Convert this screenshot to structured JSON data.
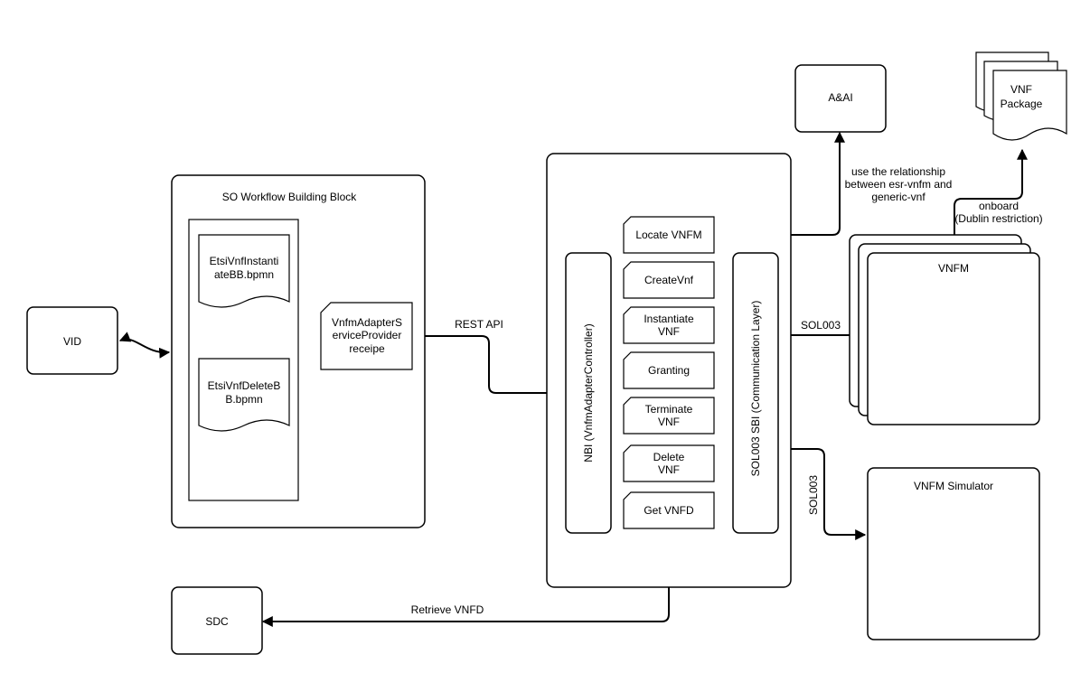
{
  "nodes": {
    "vid": "VID",
    "sdc": "SDC",
    "aai": "A&AI",
    "vnf_package": [
      "VNF",
      "Package"
    ],
    "so_workflow": "SO Workflow Building Block",
    "instantiate_bb": [
      "EtsiVnfInstanti",
      "ateBB.bpmn"
    ],
    "delete_bb": [
      "EtsiVnfDeleteB",
      "B.bpmn"
    ],
    "adapter_recipe": [
      "VnfmAdapterS",
      "erviceProvider",
      "receipe"
    ],
    "nbi": "NBI (VnfmAdapterController)",
    "sbi": "SOL003 SBI  (Communication Layer)",
    "locate_vnfm": "Locate VNFM",
    "create_vnf": "CreateVnf",
    "instantiate_vnf": [
      "Instantiate",
      "VNF"
    ],
    "granting": "Granting",
    "terminate_vnf": [
      "Terminate",
      "VNF"
    ],
    "delete_vnf": [
      "Delete",
      "VNF"
    ],
    "get_vnfd": "Get VNFD",
    "vnfm": "VNFM",
    "vnfm_simulator": "VNFM Simulator"
  },
  "edges": {
    "rest_api": "REST API",
    "retrieve_vnfd": "Retrieve VNFD",
    "sol003_vnfm": "SOL003",
    "sol003_sim": "SOL003",
    "aai_relationship": [
      "use the relationship",
      "between esr-vnfm and",
      "generic-vnf"
    ],
    "onboard": [
      "onboard",
      "(Dublin restriction)"
    ]
  }
}
